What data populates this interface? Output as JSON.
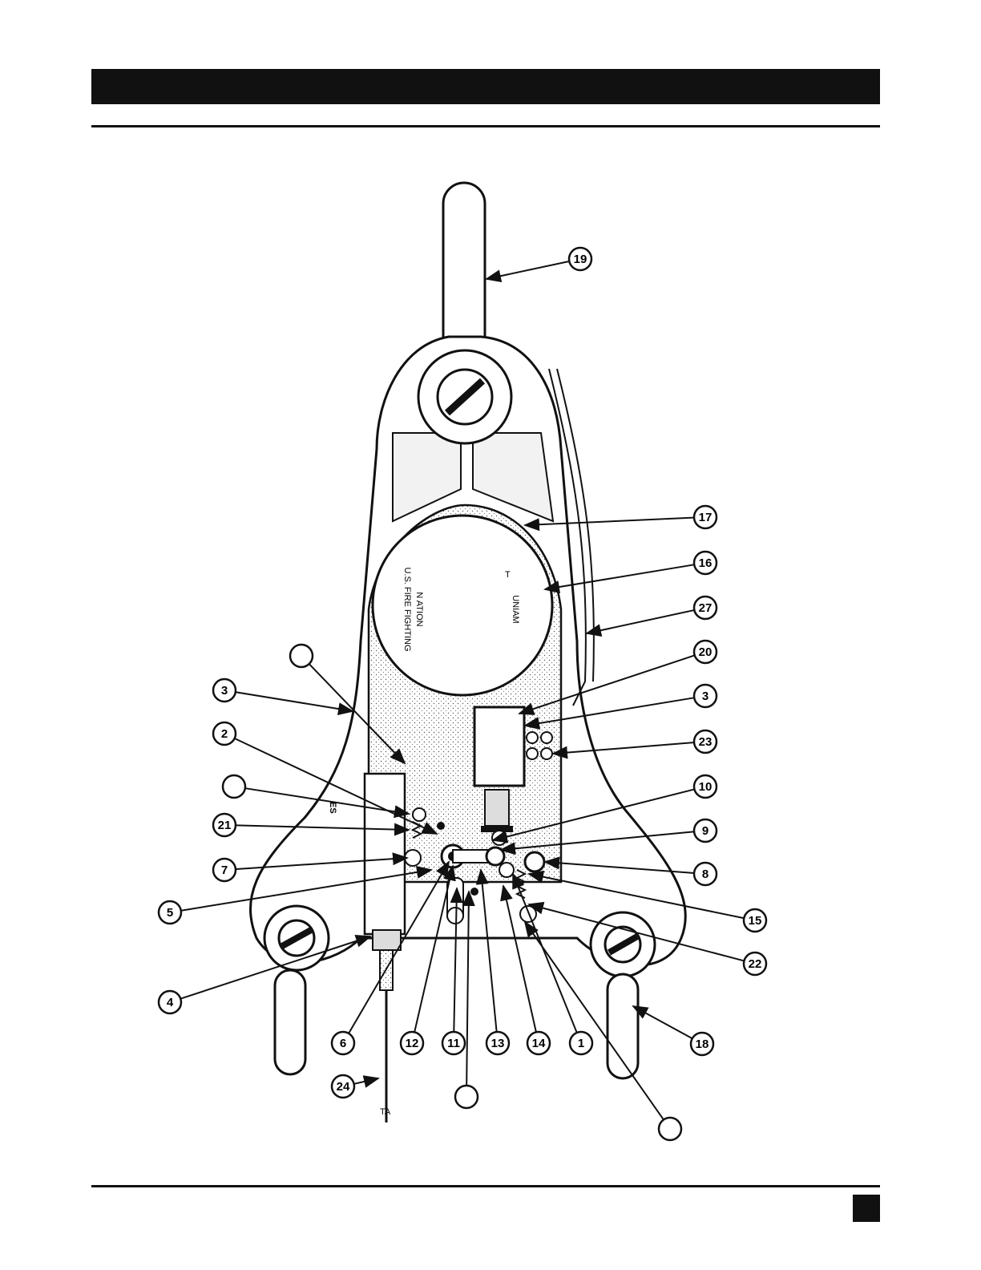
{
  "figure": {
    "canister_text_1": "UNIAM",
    "canister_text_2": "N ATION",
    "canister_text_3": "U.S. FIRE FIGHTING",
    "canister_text_4": "T",
    "bracket_text": "ES",
    "cable_marks": "TA"
  },
  "callouts": [
    {
      "id": "c19",
      "label": "19"
    },
    {
      "id": "c17",
      "label": "17"
    },
    {
      "id": "c16",
      "label": "16"
    },
    {
      "id": "c27",
      "label": "27"
    },
    {
      "id": "c20",
      "label": "20"
    },
    {
      "id": "c3r",
      "label": "3"
    },
    {
      "id": "c23",
      "label": "23"
    },
    {
      "id": "c10",
      "label": "10"
    },
    {
      "id": "c9",
      "label": "9"
    },
    {
      "id": "c8",
      "label": "8"
    },
    {
      "id": "c15",
      "label": "15"
    },
    {
      "id": "c22",
      "label": "22"
    },
    {
      "id": "c18",
      "label": "18"
    },
    {
      "id": "c1",
      "label": "1"
    },
    {
      "id": "c14",
      "label": "14"
    },
    {
      "id": "c13",
      "label": "13"
    },
    {
      "id": "c11",
      "label": "11"
    },
    {
      "id": "c12",
      "label": "12"
    },
    {
      "id": "c6",
      "label": "6"
    },
    {
      "id": "c24",
      "label": "24"
    },
    {
      "id": "c4",
      "label": "4"
    },
    {
      "id": "c5",
      "label": "5"
    },
    {
      "id": "c7",
      "label": "7"
    },
    {
      "id": "c21",
      "label": "21"
    },
    {
      "id": "c2",
      "label": "2"
    },
    {
      "id": "c3l",
      "label": "3"
    },
    {
      "id": "cblank1",
      "label": ""
    },
    {
      "id": "cblank2",
      "label": ""
    },
    {
      "id": "cblank3",
      "label": ""
    },
    {
      "id": "cblank4",
      "label": ""
    }
  ]
}
